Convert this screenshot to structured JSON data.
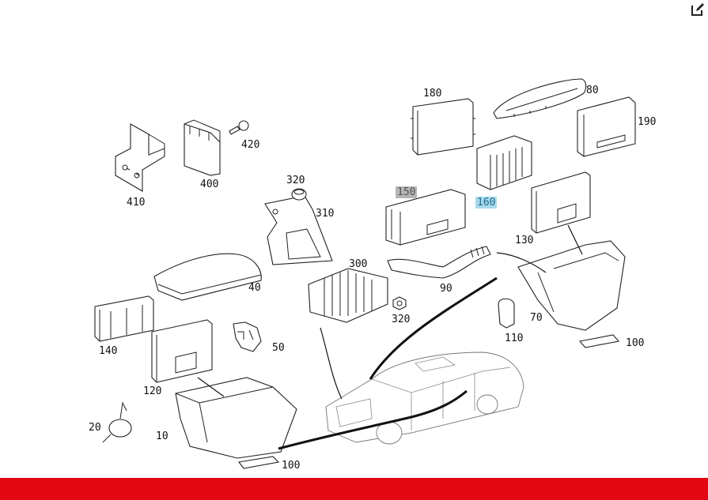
{
  "header": {
    "edit_icon": "edit-icon"
  },
  "parts": [
    {
      "id": "p180a",
      "label": "180",
      "highlight": ""
    },
    {
      "id": "p80",
      "label": "80",
      "highlight": ""
    },
    {
      "id": "p190",
      "label": "190",
      "highlight": ""
    },
    {
      "id": "p420",
      "label": "420",
      "highlight": ""
    },
    {
      "id": "p400",
      "label": "400",
      "highlight": ""
    },
    {
      "id": "p410",
      "label": "410",
      "highlight": ""
    },
    {
      "id": "p320a",
      "label": "320",
      "highlight": ""
    },
    {
      "id": "p310",
      "label": "310",
      "highlight": ""
    },
    {
      "id": "p150",
      "label": "150",
      "highlight": "grey"
    },
    {
      "id": "p160",
      "label": "160",
      "highlight": "blue"
    },
    {
      "id": "p130",
      "label": "130",
      "highlight": ""
    },
    {
      "id": "p300",
      "label": "300",
      "highlight": ""
    },
    {
      "id": "p40",
      "label": "40",
      "highlight": ""
    },
    {
      "id": "p90",
      "label": "90",
      "highlight": ""
    },
    {
      "id": "p320b",
      "label": "320",
      "highlight": ""
    },
    {
      "id": "p70",
      "label": "70",
      "highlight": ""
    },
    {
      "id": "p110",
      "label": "110",
      "highlight": ""
    },
    {
      "id": "p100a",
      "label": "100",
      "highlight": ""
    },
    {
      "id": "p140",
      "label": "140",
      "highlight": ""
    },
    {
      "id": "p50",
      "label": "50",
      "highlight": ""
    },
    {
      "id": "p120",
      "label": "120",
      "highlight": ""
    },
    {
      "id": "p20",
      "label": "20",
      "highlight": ""
    },
    {
      "id": "p10",
      "label": "10",
      "highlight": ""
    },
    {
      "id": "p100b",
      "label": "100",
      "highlight": ""
    }
  ],
  "colors": {
    "footer": "#e30613",
    "highlight_grey": "#b5b5b5",
    "highlight_blue": "#a9d8ea"
  }
}
